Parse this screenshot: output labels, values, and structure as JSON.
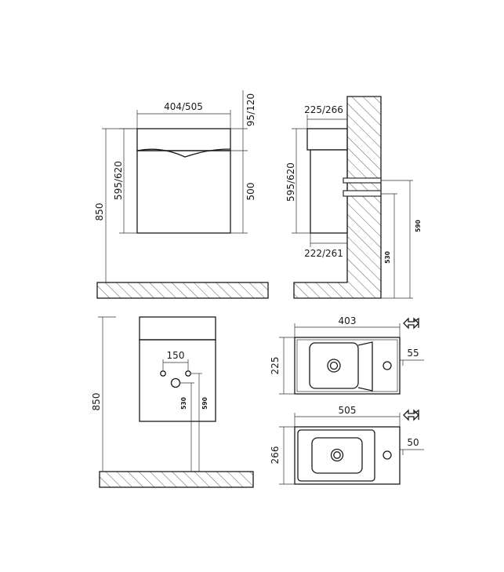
{
  "front_view": {
    "width_label": "404/505",
    "top_label": "95/120",
    "height_label": "595/620",
    "cabinet_label": "500",
    "floor_label": "850"
  },
  "side_view": {
    "top_depth_label": "225/266",
    "height_label": "595/620",
    "bottom_depth_label": "222/261",
    "pipe_low_label": "530",
    "pipe_high_label": "590"
  },
  "back_view": {
    "floor_label": "850",
    "holes_label": "150",
    "drain_label": "530",
    "water_label": "590"
  },
  "basin_small": {
    "width_label": "403",
    "depth_label": "225",
    "tap_label": "55"
  },
  "basin_large": {
    "width_label": "505",
    "depth_label": "266",
    "tap_label": "50"
  }
}
